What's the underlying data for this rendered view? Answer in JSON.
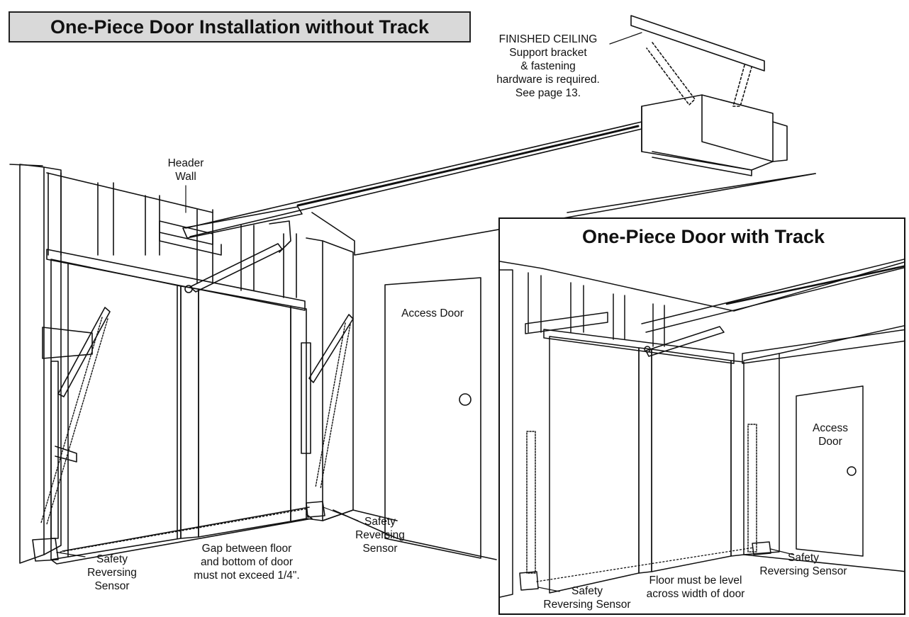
{
  "main": {
    "title": "One-Piece Door Installation without Track",
    "ceiling_note": [
      "FINISHED CEILING",
      "Support bracket",
      "& fastening",
      "hardware is required.",
      "See page 13."
    ],
    "header_wall": [
      "Header",
      "Wall"
    ],
    "access_door": "Access Door",
    "sensor_left": [
      "Safety",
      "Reversing",
      "Sensor"
    ],
    "sensor_right": [
      "Safety",
      "Reversing",
      "Sensor"
    ],
    "gap_note": [
      "Gap between floor",
      "and bottom of door",
      "must not exceed 1/4\"."
    ]
  },
  "inset": {
    "title": "One-Piece Door with Track",
    "access_door": [
      "Access",
      "Door"
    ],
    "sensor_left": [
      "Safety",
      "Reversing Sensor"
    ],
    "sensor_right": [
      "Safety",
      "Reversing Sensor"
    ],
    "floor_note": [
      "Floor must be level",
      "across width of door"
    ]
  },
  "colors": {
    "line": "#111111",
    "title_bg": "#d9d9d9",
    "background": "#ffffff"
  }
}
